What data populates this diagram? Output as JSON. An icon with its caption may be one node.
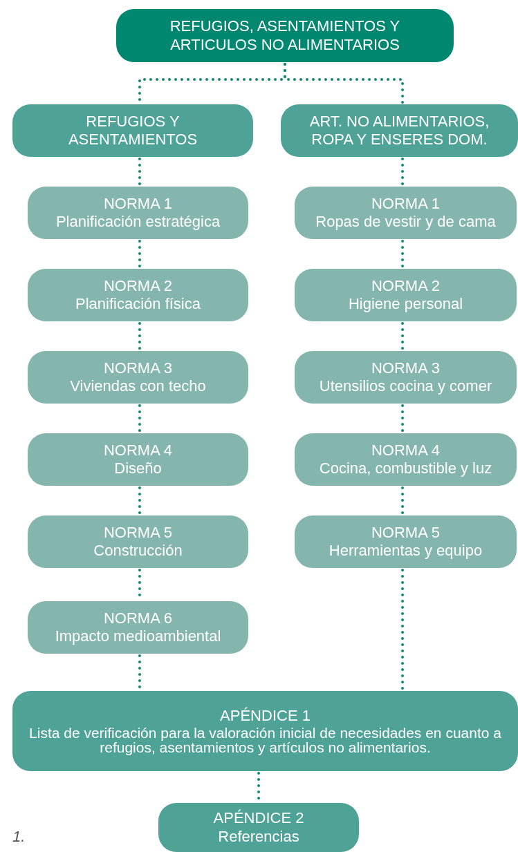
{
  "diagram": {
    "nodes": [
      {
        "text": [
          "REFUGIOS, ASENTAMIENTOS Y ARTICULOS NO ALIMENTARIOS"
        ]
      },
      {
        "text": [
          "REFUGIOS Y ASENTAMIENTOS"
        ]
      },
      {
        "text": [
          "ART. NO ALIMENTARIOS, ROPA Y ENSERES DOM."
        ]
      },
      {
        "text": [
          "NORMA 1",
          "Planificación estratégica"
        ]
      },
      {
        "text": [
          "NORMA 2",
          "Planificación física"
        ]
      },
      {
        "text": [
          "NORMA 3",
          "Viviendas con techo"
        ]
      },
      {
        "text": [
          "NORMA 4",
          "Diseño"
        ]
      },
      {
        "text": [
          "NORMA 5",
          "Construcción"
        ]
      },
      {
        "text": [
          "NORMA 6",
          "Impacto medioambiental"
        ]
      },
      {
        "text": [
          "NORMA 1",
          "Ropas de vestir y de cama"
        ]
      },
      {
        "text": [
          "NORMA 2",
          "Higiene personal"
        ]
      },
      {
        "text": [
          "NORMA 3",
          "Utensilios cocina y comer"
        ]
      },
      {
        "text": [
          "NORMA 4",
          "Cocina, combustible y luz"
        ]
      },
      {
        "text": [
          "NORMA 5",
          "Herramientas y equipo"
        ]
      },
      {
        "text": [
          "APÉNDICE 1",
          "Lista de verificación para la valoración inicial de necesidades en cuanto a refugios, asentamientos y artículos no alimentarios."
        ]
      },
      {
        "text": [
          "APÉNDICE 2",
          "Referencias"
        ]
      }
    ],
    "edges": [
      {
        "from": 0,
        "to": 1,
        "arrow": "none"
      },
      {
        "from": 0,
        "to": 2,
        "arrow": "none"
      },
      {
        "from": 1,
        "to": 3,
        "arrow": "none"
      },
      {
        "from": 3,
        "to": 4,
        "arrow": "none"
      },
      {
        "from": 4,
        "to": 5,
        "arrow": "none"
      },
      {
        "from": 5,
        "to": 6,
        "arrow": "none"
      },
      {
        "from": 6,
        "to": 7,
        "arrow": "none"
      },
      {
        "from": 7,
        "to": 8,
        "arrow": "none"
      },
      {
        "from": 8,
        "to": 14,
        "arrow": "none"
      },
      {
        "from": 2,
        "to": 9,
        "arrow": "none"
      },
      {
        "from": 9,
        "to": 10,
        "arrow": "none"
      },
      {
        "from": 10,
        "to": 11,
        "arrow": "none"
      },
      {
        "from": 11,
        "to": 12,
        "arrow": "none"
      },
      {
        "from": 12,
        "to": 13,
        "arrow": "none"
      },
      {
        "from": 13,
        "to": 14,
        "arrow": "none"
      },
      {
        "from": 14,
        "to": 15,
        "arrow": "none"
      }
    ],
    "labels": [
      "1."
    ]
  }
}
